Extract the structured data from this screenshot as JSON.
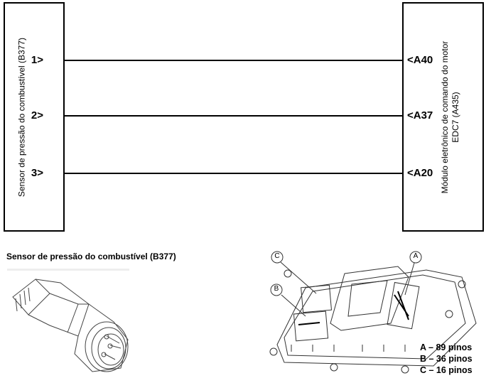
{
  "sensor_box": {
    "label": "Sensor de pressão do combustível (B377)"
  },
  "ecu_box": {
    "line1": "Módulo eletrônico de comando do motor",
    "line2": "EDC7 (A435)"
  },
  "connections": [
    {
      "from": "1>",
      "to": "<A40"
    },
    {
      "from": "2>",
      "to": "<A37"
    },
    {
      "from": "3>",
      "to": "<A20"
    }
  ],
  "sensor_illustration": {
    "title": "Sensor de pressão do combustível (B377)"
  },
  "ecu_illustration": {
    "callouts": [
      "A",
      "B",
      "C"
    ],
    "legend": [
      "A – 89 pinos",
      "B – 36 pinos",
      "C – 16 pinos"
    ]
  }
}
